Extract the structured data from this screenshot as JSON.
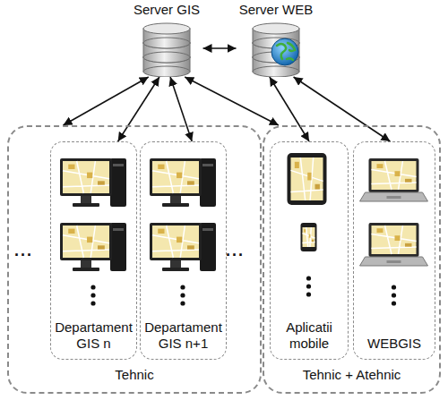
{
  "diagram": {
    "nodes": [
      {
        "text": [
          "Server GIS"
        ]
      },
      {
        "text": [
          "Server WEB"
        ]
      },
      {
        "text": [
          "Tehnic"
        ]
      },
      {
        "text": [
          "Departament GIS n"
        ],
        "in": 2
      },
      {
        "text": [
          "Departament GIS n+1"
        ],
        "in": 2
      },
      {
        "text": [
          "Tehnic + Atehnic"
        ]
      },
      {
        "text": [
          "Aplicatii mobile"
        ],
        "in": 5
      },
      {
        "text": [
          "WEBGIS"
        ],
        "in": 5
      }
    ],
    "edges": [
      {
        "from": 0,
        "to": 1,
        "arrow": "both"
      },
      {
        "from": 0,
        "to": 2,
        "arrow": "both"
      },
      {
        "from": 0,
        "to": 3,
        "arrow": "both"
      },
      {
        "from": 0,
        "to": 4,
        "arrow": "both"
      },
      {
        "from": 0,
        "to": 5,
        "arrow": "both"
      },
      {
        "from": 1,
        "to": 6,
        "arrow": "both"
      },
      {
        "from": 1,
        "to": 7,
        "arrow": "both"
      }
    ],
    "labels": [
      "...",
      "..."
    ]
  }
}
